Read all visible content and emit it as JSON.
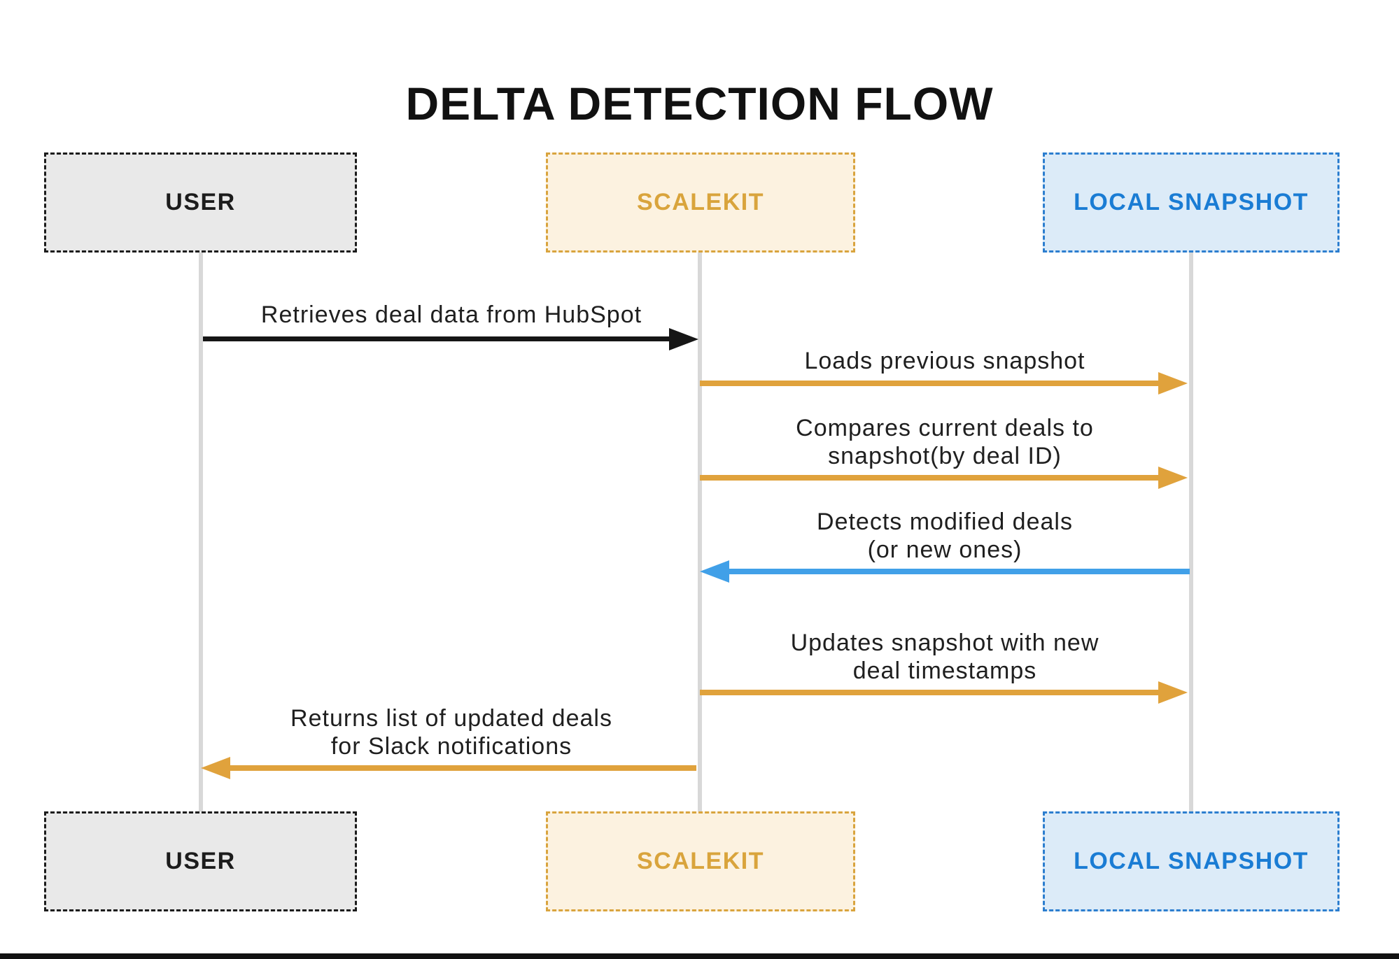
{
  "title": "DELTA DETECTION FLOW",
  "diagram_type": "sequence-diagram",
  "actors": [
    {
      "id": "user",
      "label": "USER",
      "bg": "#e9e9e9",
      "border": "#1c1c1c",
      "text": "#1c1c1c"
    },
    {
      "id": "scalekit",
      "label": "SCALEKIT",
      "bg": "#fcf2e0",
      "border": "#d9a43e",
      "text": "#d9a43c"
    },
    {
      "id": "local-snapshot",
      "label": "LOCAL SNAPSHOT",
      "bg": "#dcebf8",
      "border": "#2c7ecf",
      "text": "#1a7cd4"
    }
  ],
  "messages": [
    {
      "from": "USER",
      "to": "SCALEKIT",
      "direction": "right",
      "color": "#161616",
      "lines": [
        "Retrieves deal data from HubSpot"
      ]
    },
    {
      "from": "SCALEKIT",
      "to": "LOCAL SNAPSHOT",
      "direction": "right",
      "color": "#e0a23c",
      "lines": [
        "Loads previous snapshot"
      ]
    },
    {
      "from": "SCALEKIT",
      "to": "LOCAL SNAPSHOT",
      "direction": "right",
      "color": "#e0a23c",
      "lines": [
        "Compares current deals to",
        "snapshot(by deal ID)"
      ]
    },
    {
      "from": "LOCAL SNAPSHOT",
      "to": "SCALEKIT",
      "direction": "left",
      "color": "#41a0e8",
      "lines": [
        "Detects modified deals",
        "(or new ones)"
      ]
    },
    {
      "from": "SCALEKIT",
      "to": "LOCAL SNAPSHOT",
      "direction": "right",
      "color": "#e0a23c",
      "lines": [
        "Updates snapshot with new",
        "deal timestamps"
      ]
    },
    {
      "from": "SCALEKIT",
      "to": "USER",
      "direction": "left",
      "color": "#e0a23c",
      "lines": [
        "Returns list of updated deals",
        "for Slack notifications"
      ]
    }
  ],
  "colors": {
    "background": "#ffffff",
    "lifeline": "#d8d8d8",
    "black_arrow": "#161616",
    "orange_arrow": "#e0a23c",
    "blue_arrow": "#41a0e8",
    "bottom_bar": "#111111",
    "message_text": "#1f1f1f"
  }
}
